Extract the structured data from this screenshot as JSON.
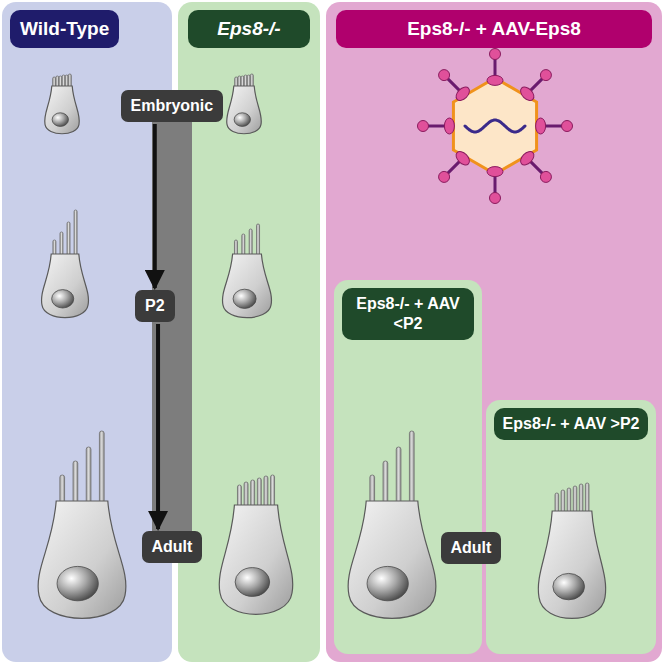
{
  "diagram": {
    "nodes": [
      {
        "text": [
          "Wild-Type"
        ]
      },
      {
        "text": [
          "Eps8-/-"
        ]
      },
      {
        "text": [
          "Eps8-/- + AAV-Eps8"
        ]
      },
      {
        "text": [
          "Eps8-/- + AAV <P2"
        ],
        "in": 2
      },
      {
        "text": [
          "Eps8-/- + AAV >P2"
        ],
        "in": 2
      },
      {
        "text": [
          "Embryonic"
        ]
      },
      {
        "text": [
          "P2"
        ]
      },
      {
        "text": [
          "Adult"
        ]
      },
      {
        "text": [
          "Adult"
        ],
        "in": 2
      }
    ],
    "edges": [
      {
        "from": 5,
        "to": 6,
        "arrow": "to"
      },
      {
        "from": 6,
        "to": 7,
        "arrow": "to"
      }
    ]
  }
}
